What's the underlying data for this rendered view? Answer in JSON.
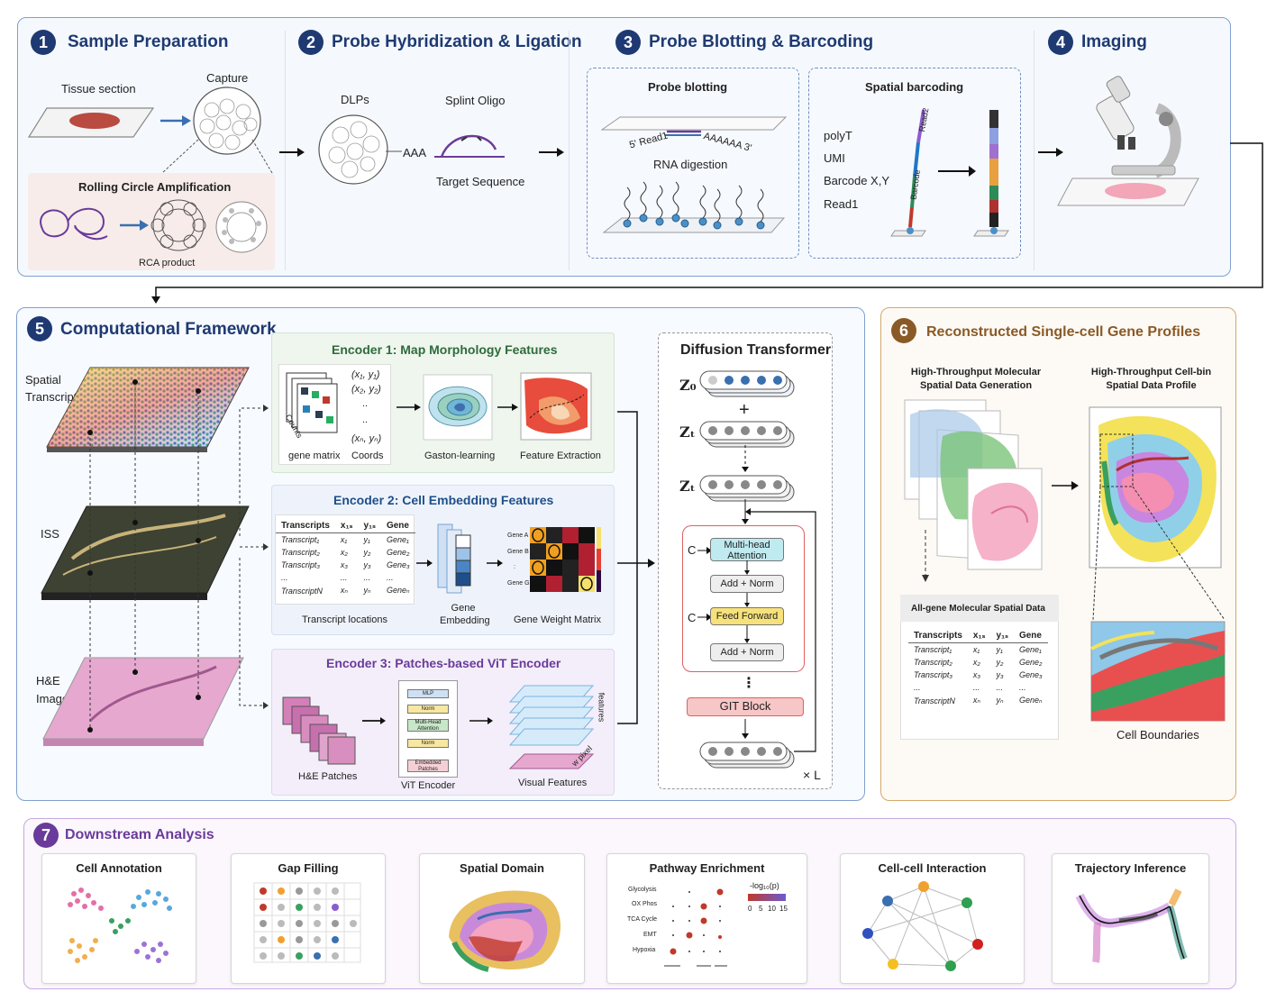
{
  "colors": {
    "blue": "#1f3a72",
    "purple": "#6a3b9a",
    "brown": "#8a5a26",
    "green_panel": "#2f6b3a"
  },
  "p1": {
    "s1": {
      "num": "1",
      "title": "Sample Preparation",
      "tissue": "Tissue section",
      "capture": "Capture",
      "rca": "Rolling Circle Amplification",
      "rca_product": "RCA product"
    },
    "s2": {
      "num": "2",
      "title": "Probe Hybridization & Ligation",
      "dlps": "DLPs",
      "aaa": "AAA",
      "splint": "Splint Oligo",
      "target": "Target Sequence"
    },
    "s3": {
      "num": "3",
      "title": "Probe Blotting & Barcoding",
      "blot": "Probe blotting",
      "seq5": "5' Read1",
      "seq3": "AAAAAA 3'",
      "digest": "RNA digestion",
      "barcoding": "Spatial barcoding",
      "items": [
        "polyT",
        "UMI",
        "Barcode X,Y",
        "Read1"
      ],
      "read_label": "Read2",
      "barcode_label": "Barcode"
    },
    "s4": {
      "num": "4",
      "title": "Imaging"
    }
  },
  "p5": {
    "num": "5",
    "title": "Computational Framework",
    "layers": [
      "Spatial Transcripts",
      "ISS",
      "H&E Image"
    ],
    "enc1": {
      "title": "Encoder 1: Map Morphology Features",
      "coords": [
        "(x₁, y₁)",
        "(x₂, y₂)",
        "..",
        "..",
        "(xₙ, yₙ)"
      ],
      "labels": [
        "gene matrix",
        "Coords",
        "Gaston-learning",
        "Feature Extraction"
      ],
      "matrix_label": "Counts"
    },
    "enc2": {
      "title": "Encoder 2: Cell Embedding Features",
      "headers": [
        "Transcripts",
        "x₁ₛ",
        "y₁ₛ",
        "Gene"
      ],
      "rows": [
        [
          "Transcript₁",
          "x₁",
          "y₁",
          "Gene₁"
        ],
        [
          "Transcript₂",
          "x₂",
          "y₂",
          "Gene₂"
        ],
        [
          "Transcript₃",
          "x₃",
          "y₃",
          "Gene₃"
        ],
        [
          "...",
          "...",
          "...",
          "..."
        ],
        [
          "TranscriptN",
          "xₙ",
          "yₙ",
          "Geneₙ"
        ]
      ],
      "labels": [
        "Transcript locations",
        "Gene Embedding",
        "Gene Weight Matrix"
      ],
      "genes": [
        "Gene A",
        "Gene B",
        ":",
        "Gene G"
      ]
    },
    "enc3": {
      "title": "Encoder 3: Patches-based ViT Encoder",
      "labels": [
        "H&E Patches",
        "ViT Encoder",
        "Visual Features"
      ],
      "vit_layers": [
        "MLP",
        "Norm",
        "Multi-Head Attention",
        "Norm",
        "Embedded Patches"
      ],
      "feat_label": "features",
      "pixel_label": "w pixel"
    },
    "dit": {
      "title": "Diffusion Transformer",
      "z0": "Z₀",
      "zt1": "Zₜ",
      "zt2": "Zₜ",
      "plus": "+",
      "c": "C",
      "mha": "Multi-head Attention",
      "addnorm": "Add + Norm",
      "ff": "Feed Forward",
      "dots": "⋮",
      "git": "GIT Block",
      "xl": "× L"
    }
  },
  "p6": {
    "num": "6",
    "title": "Reconstructed Single-cell Gene Profiles",
    "left_title": "High-Throughput Molecular Spatial Data Generation",
    "right_title": "High-Throughput Cell-bin Spatial Data Profile",
    "table_title": "All-gene Molecular Spatial Data",
    "headers": [
      "Transcripts",
      "x₁ₛ",
      "y₁ₛ",
      "Gene"
    ],
    "rows": [
      [
        "Transcript₁",
        "x₁",
        "y₁",
        "Gene₁"
      ],
      [
        "Transcript₂",
        "x₂",
        "y₂",
        "Gene₂"
      ],
      [
        "Transcript₃",
        "x₃",
        "y₃",
        "Gene₃"
      ],
      [
        "...",
        "...",
        "...",
        "..."
      ],
      [
        "TranscriptN",
        "xₙ",
        "yₙ",
        "Geneₙ"
      ]
    ],
    "cell_boundaries": "Cell Boundaries"
  },
  "p7": {
    "num": "7",
    "title": "Downstream Analysis",
    "cards": [
      "Cell Annotation",
      "Gap Filling",
      "Spatial Domain",
      "Pathway Enrichment",
      "Cell-cell Interaction",
      "Trajectory Inference"
    ],
    "pathways": [
      "Glycolysis",
      "OX Phos",
      "TCA Cycle",
      "EMT",
      "Hypoxia"
    ],
    "legend_title": "-log₁₀(p)",
    "legend_ticks": [
      "0",
      "5",
      "10",
      "15"
    ]
  }
}
